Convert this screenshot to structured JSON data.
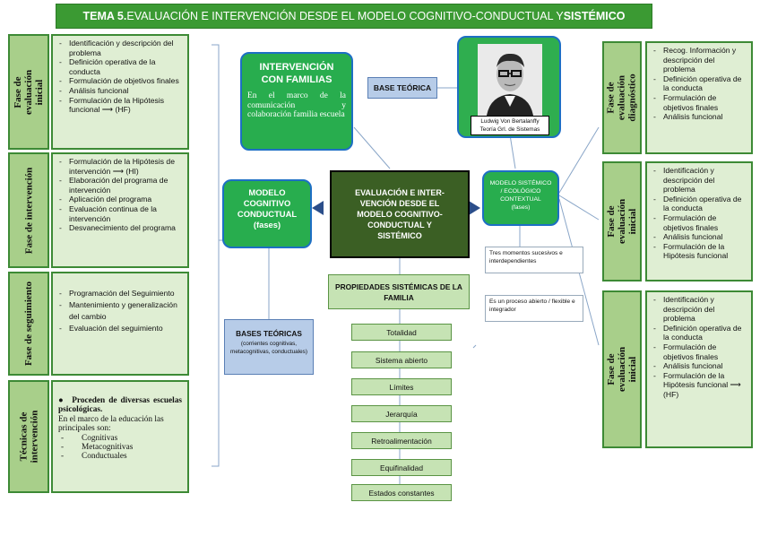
{
  "title": {
    "prefix": "TEMA 5.",
    "main": " EVALUACIÓN E INTERVENCIÓN DESDE EL MODELO COGNITIVO-CONDUCTUAL Y ",
    "suffix": "SISTÉMICO"
  },
  "left_phases": [
    {
      "label": "Fase de evaluación inicial",
      "items": [
        "Identificación y descripción del problema",
        "Definición operativa de la conducta",
        "Formulación de objetivos finales",
        "Análisis funcional",
        "Formulación de la Hipótesis funcional ⟶ (HF)"
      ]
    },
    {
      "label": "Fase de intervención",
      "items": [
        "Formulación de la Hipótesis de intervención ⟶ (HI)",
        "Elaboración del programa de intervención",
        "Aplicación del programa",
        "Evaluación continua de la intervención",
        "Desvanecimiento del programa"
      ]
    },
    {
      "label": "Fase de seguimiento",
      "items": [
        "Programación del Seguimiento",
        "Mantenimiento y generalización del cambio",
        "Evaluación del seguimiento"
      ]
    }
  ],
  "tecnicas": {
    "label": "Técnicas de intervención",
    "bullet": "Proceden de diversas escuelas psicológicas.",
    "text": "En el marco de la educación las principales son:",
    "items": [
      "Cognitivas",
      "Metacognitivas",
      "Conductuales"
    ]
  },
  "intervencion_familias": {
    "title": "INTERVENCIÓN CON FAMILIAS",
    "text": "En el marco de la comunicación y colaboración familia escuela"
  },
  "base_teorica": "BASE TEÓRICA",
  "photo_caption": [
    "Ludwig Von Bertalanffy",
    "Teoría Grl. de Sistemas"
  ],
  "center": {
    "lines": [
      "EVALUACIÓN E INTER-",
      "VENCIÓN DESDE EL",
      "MODELO COGNITIVO-",
      "CONDUCTUAL Y"
    ],
    "last": "SISTÉMICO"
  },
  "modelo_cognitivo": {
    "lines": [
      "MODELO",
      "COGNITIVO",
      "CONDUCTUAL"
    ],
    "sub": "(fases)"
  },
  "modelo_sistemico": {
    "lines": [
      "MODELO SISTÉMICO",
      "/ ECOLÓGICO",
      "CONTEXTUAL"
    ],
    "sub": "(fases)"
  },
  "bases_teoricas": {
    "title": "BASES TEÓRICAS",
    "sub": "(corrientes cognitivas, metacognitivas, conductuales)"
  },
  "notes": [
    "Tres momentos sucesivos e interdependientes",
    "Es un proceso abierto / flexible e integrador"
  ],
  "propiedades": {
    "title": "PROPIEDADES SISTÉMICAS DE LA FAMILIA",
    "items": [
      "Totalidad",
      "Sistema abierto",
      "Límites",
      "Jerarquía",
      "Retroalimentación",
      "Equifinalidad",
      "Estados constantes"
    ]
  },
  "right_phases": [
    {
      "label": "Fase de evaluación diagnóstico",
      "items": [
        "Recog. Información y descripción del problema",
        "Definición operativa de la conducta",
        "Formulación de objetivos finales",
        "Análisis funcional"
      ]
    },
    {
      "label": "Fase de evaluación inicial",
      "items": [
        "Identificación y descripción del problema",
        "Definición operativa de la conducta",
        "Formulación de objetivos finales",
        "Análisis funcional",
        "Formulación de la Hipótesis funcional"
      ]
    },
    {
      "label": "Fase de evaluación inicial",
      "items": [
        "Identificación y descripción del problema",
        "Definición operativa de la conducta",
        "Formulación de objetivos finales",
        "Análisis funcional",
        "Formulación de la Hipótesis funcional ⟶ (HF)"
      ]
    }
  ],
  "colors": {
    "green_dark": "#3b9a33",
    "green_box": "#28ad4e",
    "phase_bg": "#dfeed3",
    "label_bg": "#a8cf8a",
    "center": "#3b5f24",
    "arrow": "#2255bb"
  }
}
